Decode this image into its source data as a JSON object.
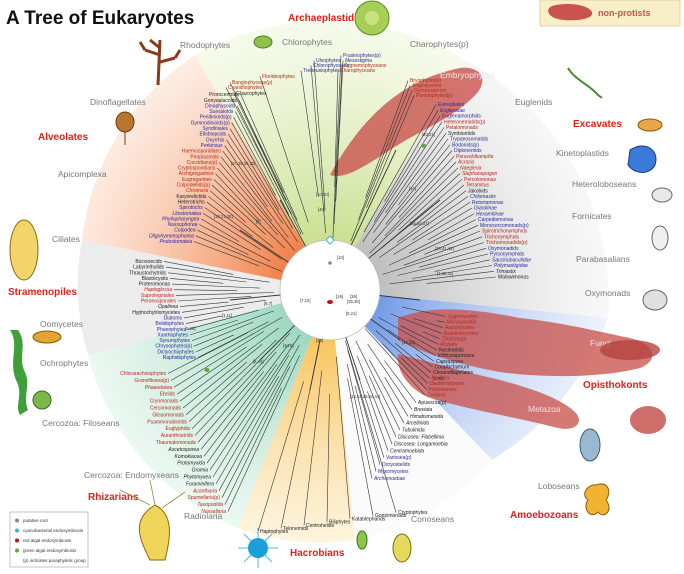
{
  "title": "A Tree of Eukaryotes",
  "legend_top": {
    "label": "non-protists"
  },
  "supergroups": {
    "archaeplastids": "Archaeplastids",
    "excavates": "Excavates",
    "alveolates": "Alveolates",
    "stramenopiles": "Stramenopiles",
    "rhizarians": "Rhizarians",
    "opisthokonts": "Opisthokonts",
    "amoebozoans": "Amoebozoans",
    "hacrobians": "Hacrobians"
  },
  "groups": {
    "rhodophytes": "Rhodophytes",
    "chlorophytes": "Chlorophytes",
    "charophytes": "Charophytes(p)",
    "embryophytes": "Embryophytes",
    "euglenids": "Euglenids",
    "kinetoplastids": "Kinetoplastids",
    "heteroloboseans": "Heteroloboseans",
    "fornicates": "Fornicates",
    "parabasalians": "Parabasalians",
    "oxymonads": "Oxymonads",
    "fungi": "Fungi",
    "metazoa": "Metazoa",
    "loboseans": "Loboseans",
    "conoseans": "Conoseans",
    "radiolaria": "Radiolaria",
    "cercozoa_end": "Cercozoa: Endomyxeans",
    "cercozoa_fil": "Cercozoa: Filoseans",
    "ochrophytes": "Ochrophytes",
    "oomycetes": "Oomycetes",
    "ciliates": "Ciliates",
    "apicomplexa": "Apicomplexa",
    "dinoflagellates": "Dinoflagellates"
  },
  "leaves": {
    "arch": [
      {
        "t": "Prasinophytes(p)",
        "c": "blue"
      },
      {
        "t": "Mesostigma",
        "c": "blue"
      },
      {
        "t": "Zygnemophyceans",
        "c": "red"
      },
      {
        "t": "Charophyceans",
        "c": "red"
      },
      {
        "t": "Ulvophytes",
        "c": "blue"
      },
      {
        "t": "Chlorophyceans",
        "c": "blue"
      },
      {
        "t": "Trebouxiophytes",
        "c": "blue"
      },
      {
        "t": "Florideophytes",
        "c": "red"
      },
      {
        "t": "Bangiophyceas(p)",
        "c": "red"
      },
      {
        "t": "Cyanidiophytes",
        "c": "red"
      },
      {
        "t": "Glaucophytes",
        "c": "blk"
      }
    ],
    "embryo": [
      {
        "t": "Bryophytes(p)",
        "c": "red"
      },
      {
        "t": "Angiosperms",
        "c": "red"
      },
      {
        "t": "Gymnosperms",
        "c": "red"
      },
      {
        "t": "Pteridophytes(p)",
        "c": "red"
      }
    ],
    "exc": [
      {
        "t": "Eutreptiales",
        "c": "blue"
      },
      {
        "t": "Euglenidae",
        "c": "blue"
      },
      {
        "t": "Euglenamorphids",
        "c": "blue"
      },
      {
        "t": "Heteronematids(p)",
        "c": "red"
      },
      {
        "t": "Petalomonads",
        "c": "red"
      },
      {
        "t": "Symbiontids",
        "c": "blk"
      },
      {
        "t": "Trypanosomatids",
        "c": "blue"
      },
      {
        "t": "Bodonids(p)",
        "c": "blue"
      },
      {
        "t": "Diplonemids",
        "c": "blue"
      },
      {
        "t": "Paravahlkampfia",
        "c": "red"
      },
      {
        "t": "Acrasis",
        "c": "red"
      },
      {
        "t": "Naegleria",
        "c": "red"
      },
      {
        "t": "Stephanopogon",
        "c": "red"
      },
      {
        "t": "Percolomonas",
        "c": "red"
      },
      {
        "t": "Tetramitus",
        "c": "red"
      },
      {
        "t": "Jakobids",
        "c": "blk"
      },
      {
        "t": "Chilomastix",
        "c": "blue"
      },
      {
        "t": "Retortamonas",
        "c": "blue"
      },
      {
        "t": "Giardiinae",
        "c": "blue"
      },
      {
        "t": "Hexamitinae",
        "c": "blue"
      },
      {
        "t": "Carpediemonas",
        "c": "blue"
      },
      {
        "t": "Monocercomonads(p)",
        "c": "blue"
      },
      {
        "t": "Spirotrichonymphids",
        "c": "red"
      },
      {
        "t": "Trichonymphids",
        "c": "red"
      },
      {
        "t": "Trichomonadids(p)",
        "c": "red"
      },
      {
        "t": "Oxymonadids",
        "c": "blue"
      },
      {
        "t": "Pyrsonymphids",
        "c": "blue"
      },
      {
        "t": "Saccinobaculidae",
        "c": "blue"
      },
      {
        "t": "Polymastigidae",
        "c": "blue"
      },
      {
        "t": "Trimastix",
        "c": "blk"
      },
      {
        "t": "Malawimonas",
        "c": "blk"
      }
    ],
    "opis": [
      {
        "t": "Zygomycetes",
        "c": "red"
      },
      {
        "t": "Microsporidia",
        "c": "red"
      },
      {
        "t": "Ascomycetes",
        "c": "red"
      },
      {
        "t": "Basidiomycetes",
        "c": "red"
      },
      {
        "t": "Chytrids(p)",
        "c": "red"
      },
      {
        "t": "Rozella",
        "c": "red"
      },
      {
        "t": "Nucleariids",
        "c": "blk"
      },
      {
        "t": "Ichthyosporeans",
        "c": "blk"
      },
      {
        "t": "Capsaspora",
        "c": "blk"
      },
      {
        "t": "Corallochytrium",
        "c": "blk"
      },
      {
        "t": "Choanoflagellates",
        "c": "blk"
      },
      {
        "t": "Porifera",
        "c": "red"
      },
      {
        "t": "Deuterostomes",
        "c": "red"
      },
      {
        "t": "Protostomes",
        "c": "red"
      },
      {
        "t": "Cnidaria",
        "c": "red"
      }
    ],
    "amoe": [
      {
        "t": "Apusozoa(p)",
        "c": "blk"
      },
      {
        "t": "Breviata",
        "c": "blk"
      },
      {
        "t": "Himatismenida",
        "c": "blk"
      },
      {
        "t": "Arcellinida",
        "c": "blk"
      },
      {
        "t": "Tubulinida",
        "c": "blk"
      },
      {
        "t": "Discosea: Flabellinia",
        "c": "blk"
      },
      {
        "t": "Discosea: Longamoebia",
        "c": "blk"
      },
      {
        "t": "Centramoebida",
        "c": "blk"
      },
      {
        "t": "Variosea(p)",
        "c": "blue"
      },
      {
        "t": "Dictyostelids",
        "c": "blue"
      },
      {
        "t": "Myxomycetes",
        "c": "blue"
      },
      {
        "t": "Archamoebae",
        "c": "blue"
      }
    ],
    "hacro": [
      {
        "t": "Cryptophytes",
        "c": "blk"
      },
      {
        "t": "Goniomonads",
        "c": "blk"
      },
      {
        "t": "Katablepharids",
        "c": "blk"
      },
      {
        "t": "Biliphytes",
        "c": "blk"
      },
      {
        "t": "Centrohelids",
        "c": "blk"
      },
      {
        "t": "Telonemids",
        "c": "blk"
      },
      {
        "t": "Haptophytes",
        "c": "blk"
      }
    ],
    "rhiz": [
      {
        "t": "Nassellaria",
        "c": "red"
      },
      {
        "t": "Taxopodida",
        "c": "red"
      },
      {
        "t": "Spumellaria(p)",
        "c": "red"
      },
      {
        "t": "Acantharia",
        "c": "red"
      },
      {
        "t": "Foraminifera",
        "c": "blk"
      },
      {
        "t": "Phytomyxea",
        "c": "blk"
      },
      {
        "t": "Gromia",
        "c": "blk"
      },
      {
        "t": "Protomyxida",
        "c": "blk"
      },
      {
        "t": "Komokiacea",
        "c": "blk"
      },
      {
        "t": "Ascetosporea",
        "c": "blk"
      },
      {
        "t": "Thaumatomonads",
        "c": "red"
      },
      {
        "t": "Auranthostrids",
        "c": "red"
      },
      {
        "t": "Euglyphids",
        "c": "red"
      },
      {
        "t": "Psammonobiotids",
        "c": "red"
      },
      {
        "t": "Glissomonads",
        "c": "red"
      },
      {
        "t": "Cercomonads",
        "c": "red"
      },
      {
        "t": "Cryomonads",
        "c": "red"
      },
      {
        "t": "Ebriids",
        "c": "red"
      },
      {
        "t": "Phaeodarea",
        "c": "red"
      },
      {
        "t": "Granofilosea(p)",
        "c": "red"
      },
      {
        "t": "Chlorarachniophytes",
        "c": "red"
      }
    ],
    "stram": [
      {
        "t": "Raphidophytes",
        "c": "blue"
      },
      {
        "t": "Dictyochophytes",
        "c": "blue"
      },
      {
        "t": "Chrysophytes(p)",
        "c": "blue"
      },
      {
        "t": "Synurophytes",
        "c": "blue"
      },
      {
        "t": "Xanthophytes",
        "c": "blue"
      },
      {
        "t": "Phaeophytes",
        "c": "blue"
      },
      {
        "t": "Bolidophytes",
        "c": "blue"
      },
      {
        "t": "Diatoms",
        "c": "blue"
      },
      {
        "t": "Hyphochytriomycetes",
        "c": "blk"
      },
      {
        "t": "Opalinea",
        "c": "blk"
      },
      {
        "t": "Peronosporales",
        "c": "red"
      },
      {
        "t": "Saprolegniales",
        "c": "red"
      },
      {
        "t": "Haptoglossa",
        "c": "red"
      },
      {
        "t": "Proteromonas",
        "c": "blk"
      },
      {
        "t": "Blastocystis",
        "c": "blk"
      },
      {
        "t": "Thraustochytrids",
        "c": "blk"
      },
      {
        "t": "Labyrinthulids",
        "c": "blk"
      },
      {
        "t": "Bicosoecids",
        "c": "blk"
      }
    ],
    "alv": [
      {
        "t": "Protostomatea",
        "c": "blue"
      },
      {
        "t": "Oligohymenophorea",
        "c": "blue"
      },
      {
        "t": "Colpodea",
        "c": "blue"
      },
      {
        "t": "Nassophorea",
        "c": "blue"
      },
      {
        "t": "Phyllopharyngea",
        "c": "blue"
      },
      {
        "t": "Litostomatea",
        "c": "blue"
      },
      {
        "t": "Spirotrichs",
        "c": "blue"
      },
      {
        "t": "Heterotrichs",
        "c": "blk"
      },
      {
        "t": "Karyorelictids",
        "c": "blk"
      },
      {
        "t": "Chromera",
        "c": "red"
      },
      {
        "t": "Colpodellids(p)",
        "c": "red"
      },
      {
        "t": "Eugregarines",
        "c": "red"
      },
      {
        "t": "Archigregarines",
        "c": "red"
      },
      {
        "t": "Cryptosporidians",
        "c": "red"
      },
      {
        "t": "Coccidians(p)",
        "c": "red"
      },
      {
        "t": "Piroplasmids",
        "c": "red"
      },
      {
        "t": "Haemosporidians",
        "c": "red"
      },
      {
        "t": "Perkinsus",
        "c": "blue"
      },
      {
        "t": "Oxyrrhis",
        "c": "blue"
      },
      {
        "t": "Ellobiopsids",
        "c": "blue"
      },
      {
        "t": "Syndiniales",
        "c": "blue"
      },
      {
        "t": "Gymnodinioids(p)",
        "c": "blue"
      },
      {
        "t": "Peridinioids(p)",
        "c": "blue"
      },
      {
        "t": "Suessiolds",
        "c": "blue"
      },
      {
        "t": "Dinophysoids",
        "c": "blue"
      },
      {
        "t": "Gonyaulacoids",
        "c": "blk"
      },
      {
        "t": "Prorocentrids",
        "c": "blk"
      }
    ]
  },
  "bootstrap": [
    "[10]",
    "[40]",
    "[20,21]",
    "[10]",
    "[25,34,37]",
    "[28,41,42]",
    "[1,30,41]",
    "[36]",
    "[19]",
    "[6,7]",
    "[27,28,29,30]",
    "[10,21,28]",
    "[8]",
    "[1,11]",
    "[5,26]",
    "[6,44]",
    "[3,28]",
    "[7,10]",
    "[22]",
    "[15,24,28,34,44]",
    "[14,26]",
    "[2,45]",
    "[35,36]",
    "[9,21]",
    "[10,20]"
  ],
  "legend_bottom": [
    {
      "label": "putative root",
      "color": "#888888"
    },
    {
      "label": "cyanobacterial endosymbiosis",
      "color": "#3fb8b8"
    },
    {
      "label": "red algal endosymbiosis",
      "color": "#c01010"
    },
    {
      "label": "green algal endosymbiosis",
      "color": "#5aa83a"
    },
    {
      "label": "(p) indicates paraphyletic group",
      "color": ""
    }
  ]
}
